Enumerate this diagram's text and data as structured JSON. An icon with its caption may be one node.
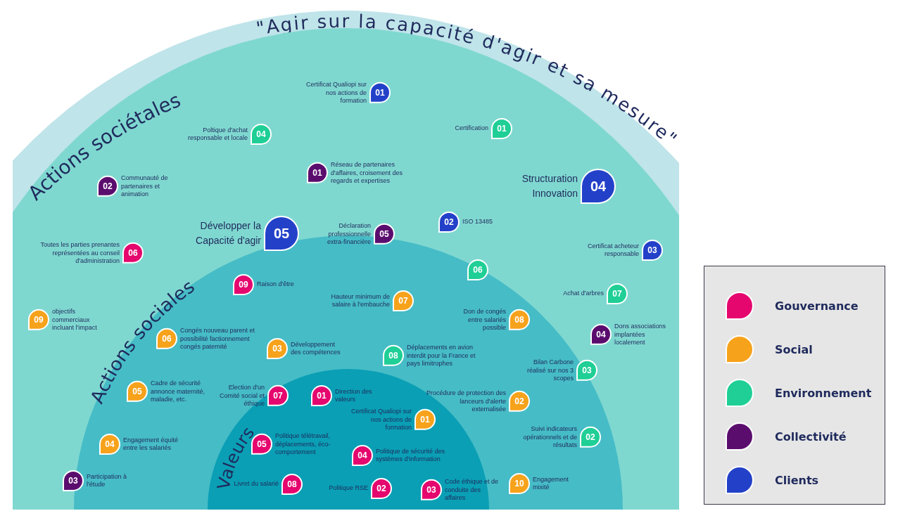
{
  "diagram": {
    "title": "\"Agir sur la capacité d'agir et sa mesure\"",
    "nodes": [
      {
        "text": [
          "Actions sociétales"
        ]
      },
      {
        "text": [
          "Actions sociales"
        ],
        "in": 0
      },
      {
        "text": [
          "Valeurs"
        ],
        "in": 1
      },
      {
        "text": [
          "01"
        ],
        "beside": [
          "Certificat Qualiopi sur nos actions de formation"
        ],
        "in": 0
      },
      {
        "text": [
          "01"
        ],
        "beside": [
          "Certification"
        ],
        "in": 0
      },
      {
        "text": [
          "04"
        ],
        "beside": [
          "Poltique d'achat responsable et locale"
        ],
        "in": 0
      },
      {
        "text": [
          "01"
        ],
        "beside": [
          "Réseau de partenaires d'affaires, croisement des regards et expertises"
        ],
        "in": 0
      },
      {
        "text": [
          "02"
        ],
        "beside": [
          "Communauté de partenaires et animation"
        ],
        "in": 0
      },
      {
        "text": [
          "04"
        ],
        "beside": [
          "Structuration Innovation"
        ],
        "in": 0
      },
      {
        "text": [
          "02"
        ],
        "beside": [
          "ISO 13485"
        ],
        "in": 0
      },
      {
        "text": [
          "05"
        ],
        "beside": [
          "Développer la Capacité d'agir"
        ],
        "in": 0
      },
      {
        "text": [
          "05"
        ],
        "beside": [
          "Déclaration professionnelle extra-financière"
        ],
        "in": 0
      },
      {
        "text": [
          "03"
        ],
        "beside": [
          "Certificat acheteur responsable"
        ],
        "in": 0
      },
      {
        "text": [
          "06"
        ],
        "beside": [
          "Toutes les parties prenantes représentées au conseil d'administration"
        ],
        "in": 0
      },
      {
        "text": [
          "06"
        ],
        "in": 1
      },
      {
        "text": [
          "09"
        ],
        "beside": [
          "Raison d'être"
        ],
        "in": 1
      },
      {
        "text": [
          "07"
        ],
        "beside": [
          "Achat d'arbres"
        ],
        "in": 0
      },
      {
        "text": [
          "07"
        ],
        "beside": [
          "Hauteur minimum de salaire à l'embauche"
        ],
        "in": 1
      },
      {
        "text": [
          "09"
        ],
        "beside": [
          "objectifs commerciaux incluant l'impact"
        ],
        "in": 0
      },
      {
        "text": [
          "08"
        ],
        "beside": [
          "Don de congés entre salariés possible"
        ],
        "in": 1
      },
      {
        "text": [
          "04"
        ],
        "beside": [
          "Dons associations implantées localement"
        ],
        "in": 0
      },
      {
        "text": [
          "06"
        ],
        "beside": [
          "Congés nouveau parent et possibilité factionnement congés paternité"
        ],
        "in": 1
      },
      {
        "text": [
          "03"
        ],
        "beside": [
          "Développement des compétences"
        ],
        "in": 1
      },
      {
        "text": [
          "08"
        ],
        "beside": [
          "Déplacements en avion interdit pour la France et pays limitrophes"
        ],
        "in": 1
      },
      {
        "text": [
          "03"
        ],
        "beside": [
          "Bilan Carbone réalisé sur nos 3 scopes"
        ],
        "in": 0
      },
      {
        "text": [
          "05"
        ],
        "beside": [
          "Cadre de sécurité annonce maternité, maladie, etc."
        ],
        "in": 1
      },
      {
        "text": [
          "07"
        ],
        "beside": [
          "Election d'un Comité social et éthique"
        ],
        "in": 2
      },
      {
        "text": [
          "01"
        ],
        "beside": [
          "Direction des valeurs"
        ],
        "in": 2
      },
      {
        "text": [
          "02"
        ],
        "beside": [
          "Procédure de protection des lanceurs d'alerte externalisée"
        ],
        "in": 1
      },
      {
        "text": [
          "01"
        ],
        "beside": [
          "Certificat Qualiopi sur nos actions de formation"
        ],
        "in": 2
      },
      {
        "text": [
          "02"
        ],
        "beside": [
          "Suivi indicateurs opérationnels et de résultats"
        ],
        "in": 1
      },
      {
        "text": [
          "05"
        ],
        "beside": [
          "Politique télétravail, déplacements, éco-comportement"
        ],
        "in": 2
      },
      {
        "text": [
          "04"
        ],
        "beside": [
          "Engagement équité entre les salariés"
        ],
        "in": 1
      },
      {
        "text": [
          "04"
        ],
        "beside": [
          "Politique de sécurité des systèmes d'information"
        ],
        "in": 2
      },
      {
        "text": [
          "03"
        ],
        "beside": [
          "Participation à l'étude"
        ],
        "in": 0
      },
      {
        "text": [
          "10"
        ],
        "beside": [
          "Engagement mixité"
        ],
        "in": 1
      },
      {
        "text": [
          "08"
        ],
        "beside": [
          "Livret du salarié"
        ],
        "in": 2
      },
      {
        "text": [
          "02"
        ],
        "beside": [
          "Politique RSE"
        ],
        "in": 2
      },
      {
        "text": [
          "03"
        ],
        "beside": [
          "Code éthique et de conduite des affaires"
        ],
        "in": 2
      }
    ],
    "legend": [
      {
        "text": "Gouvernance",
        "color": "#e5066e"
      },
      {
        "text": "Social",
        "color": "#f7a21b"
      },
      {
        "text": "Environnement",
        "color": "#1fcf95"
      },
      {
        "text": "Collectivité",
        "color": "#5b0d6e"
      },
      {
        "text": "Clients",
        "color": "#2341c8"
      }
    ]
  }
}
